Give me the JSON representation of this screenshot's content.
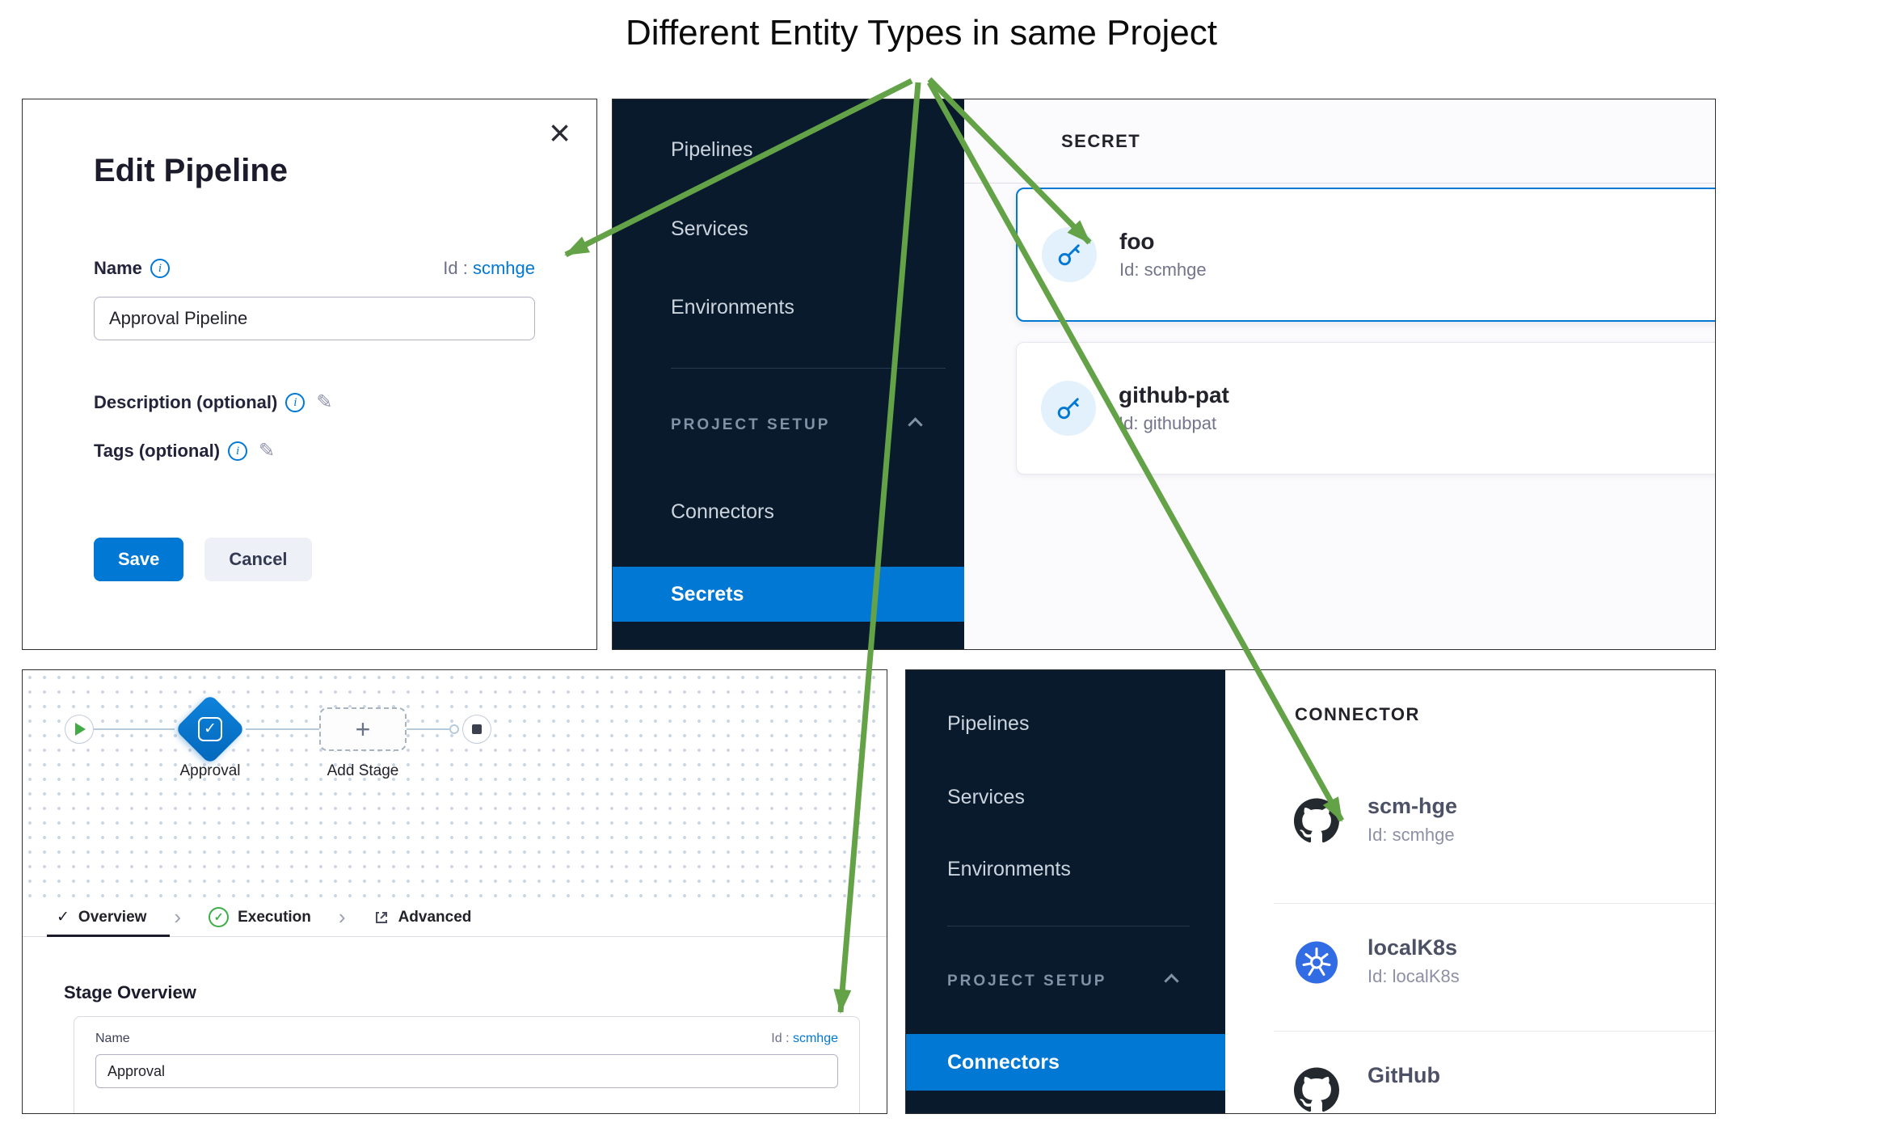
{
  "title": "Different Entity Types in same Project",
  "colors": {
    "accent_blue": "#0278d5",
    "sidebar_bg": "#081a2c",
    "arrow_green": "#64a247",
    "link_blue": "#0278d5",
    "kubernetes_blue": "#326ce5",
    "github_dark": "#24292f",
    "success_green": "#3fae49"
  },
  "icons": {
    "close": "×",
    "check": "✓",
    "chevron": "›",
    "plus": "+",
    "pencil": "✎"
  },
  "edit_pipeline": {
    "title": "Edit Pipeline",
    "name_label": "Name",
    "id_label": "Id :",
    "id_value": "scmhge",
    "name_value": "Approval Pipeline",
    "description_label": "Description (optional)",
    "tags_label": "Tags (optional)",
    "save": "Save",
    "cancel": "Cancel"
  },
  "secrets_page": {
    "sidebar": {
      "items": [
        "Pipelines",
        "Services",
        "Environments"
      ],
      "section": "PROJECT SETUP",
      "connectors": "Connectors",
      "secrets": "Secrets"
    },
    "header": "SECRET",
    "secrets": [
      {
        "name": "foo",
        "id": "Id: scmhge"
      },
      {
        "name": "github-pat",
        "id": "Id: githubpat"
      }
    ]
  },
  "stage_editor": {
    "approval": "Approval",
    "add_stage": "Add Stage",
    "tabs": {
      "overview": "Overview",
      "execution": "Execution",
      "advanced": "Advanced"
    },
    "section": "Stage Overview",
    "name_label": "Name",
    "id_label": "Id :",
    "id_value": "scmhge",
    "name_value": "Approval"
  },
  "connectors_page": {
    "sidebar": {
      "items": [
        "Pipelines",
        "Services",
        "Environments"
      ],
      "section": "PROJECT SETUP",
      "connectors": "Connectors"
    },
    "header": "CONNECTOR",
    "connectors": [
      {
        "name": "scm-hge",
        "id": "Id: scmhge"
      },
      {
        "name": "localK8s",
        "id": "Id: localK8s"
      },
      {
        "name": "GitHub",
        "id": ""
      }
    ]
  }
}
